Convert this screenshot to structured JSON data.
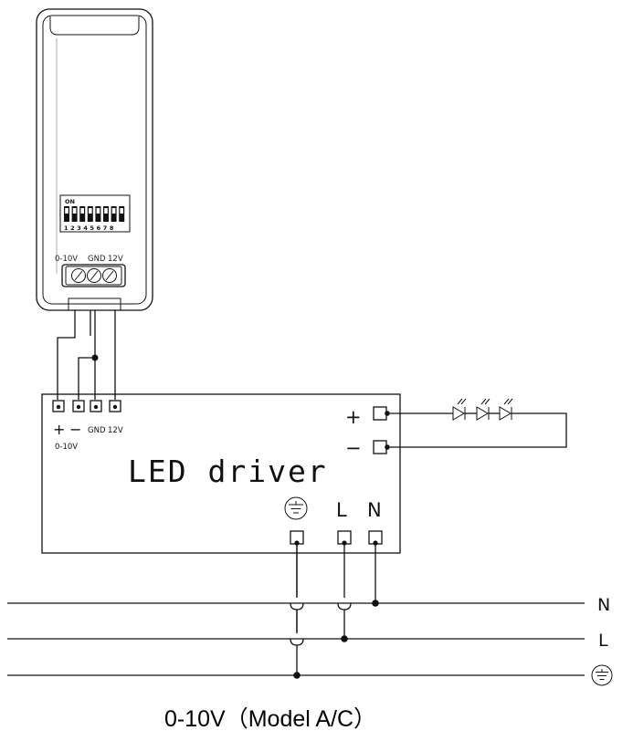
{
  "controller": {
    "dip_switch": {
      "label": "ON",
      "numbers": "12345678"
    },
    "terminal_labels": [
      "0-10V",
      "GND",
      "12V"
    ]
  },
  "driver": {
    "title": "LED driver",
    "output_plus": "+",
    "output_minus": "−",
    "input_labels": {
      "plus": "+",
      "minus": "−",
      "gnd": "GND",
      "v12": "12V",
      "range": "0-10V"
    },
    "mains_labels": [
      "L",
      "N"
    ],
    "earth_icon": "earth-symbol"
  },
  "mains_lines": [
    "N",
    "L"
  ],
  "caption": "0-10V（Model A/C）"
}
